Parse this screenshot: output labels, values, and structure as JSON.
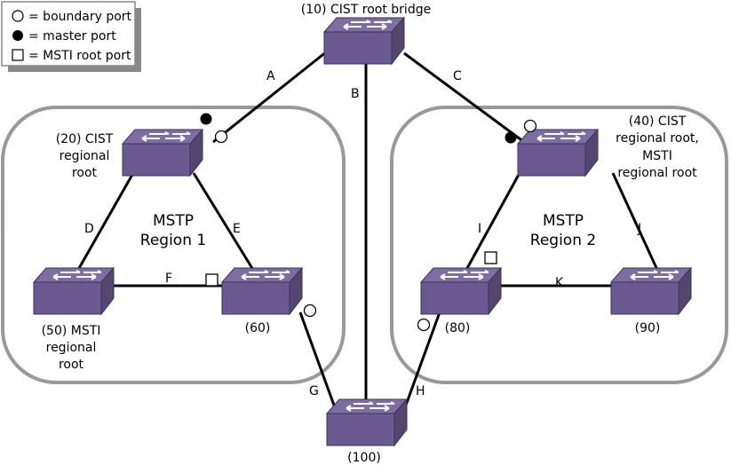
{
  "legend": {
    "boundary": "= boundary port",
    "master": "= master port",
    "msti": "= MSTI root port"
  },
  "colors": {
    "switch_front": "#6b5a92",
    "switch_top": "#7d6da3",
    "switch_side": "#54466f",
    "region_border": "#999999"
  },
  "bridges": {
    "root": "(10) CIST root bridge",
    "b20": [
      "(20) CIST",
      "regional",
      "root"
    ],
    "b40": [
      "(40) CIST",
      "regional root,",
      "MSTI",
      "regional root"
    ],
    "b50": [
      "(50) MSTI",
      "regional",
      "root"
    ],
    "b60": "(60)",
    "b80": "(80)",
    "b90": "(90)",
    "b100": "(100)"
  },
  "regions": {
    "r1": [
      "MSTP",
      "Region 1"
    ],
    "r2": [
      "MSTP",
      "Region 2"
    ]
  },
  "links": {
    "A": "A",
    "B": "B",
    "C": "C",
    "D": "D",
    "E": "E",
    "F": "F",
    "G": "G",
    "H": "H",
    "I": "I",
    "J": "J",
    "K": "K"
  }
}
